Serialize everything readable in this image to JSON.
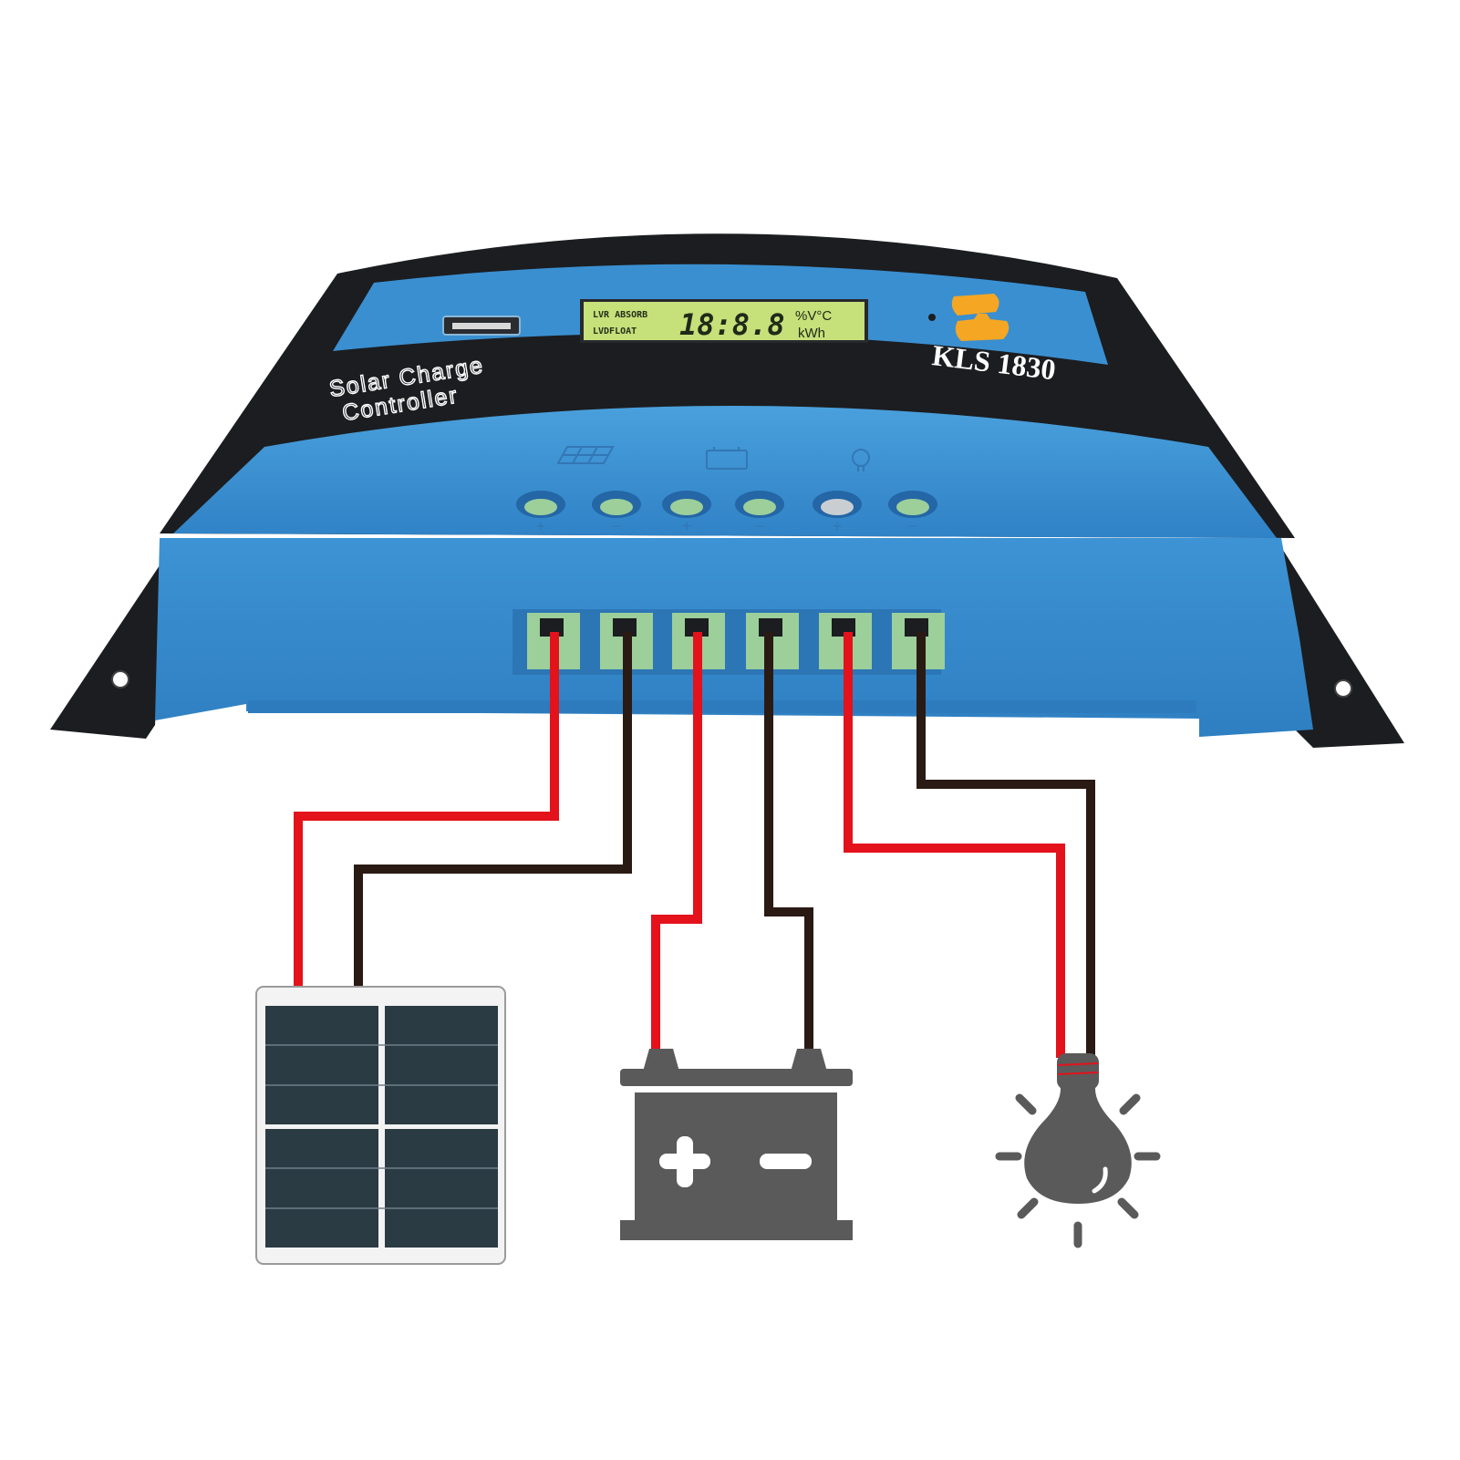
{
  "device": {
    "brand_line1": "Solar Charge",
    "brand_line2": "Controller",
    "model": "KLS 1830",
    "lcd": {
      "row1_label": "LVR ABSORB",
      "row2_label": "LVDFLOAT",
      "digits": "18:8.8",
      "unit_top": "%V°C",
      "unit_bottom": "kWh"
    },
    "terminal_signs": [
      "+",
      "−",
      "+",
      "−",
      "+",
      "−"
    ],
    "icons": [
      "solar-panel-icon",
      "battery-icon",
      "bulb-icon"
    ]
  },
  "wires": {
    "positive_color": "#e3121b",
    "negative_color": "#2a1a14"
  },
  "colors": {
    "housing_blue": "#3b8fd1",
    "housing_black": "#1b1d20",
    "lcd_green": "#c6e07a",
    "button_orange": "#f5a623",
    "terminal_green": "#9ccf9a",
    "icon_gray": "#5b5a5a",
    "panel_cell": "#2b3b44"
  }
}
